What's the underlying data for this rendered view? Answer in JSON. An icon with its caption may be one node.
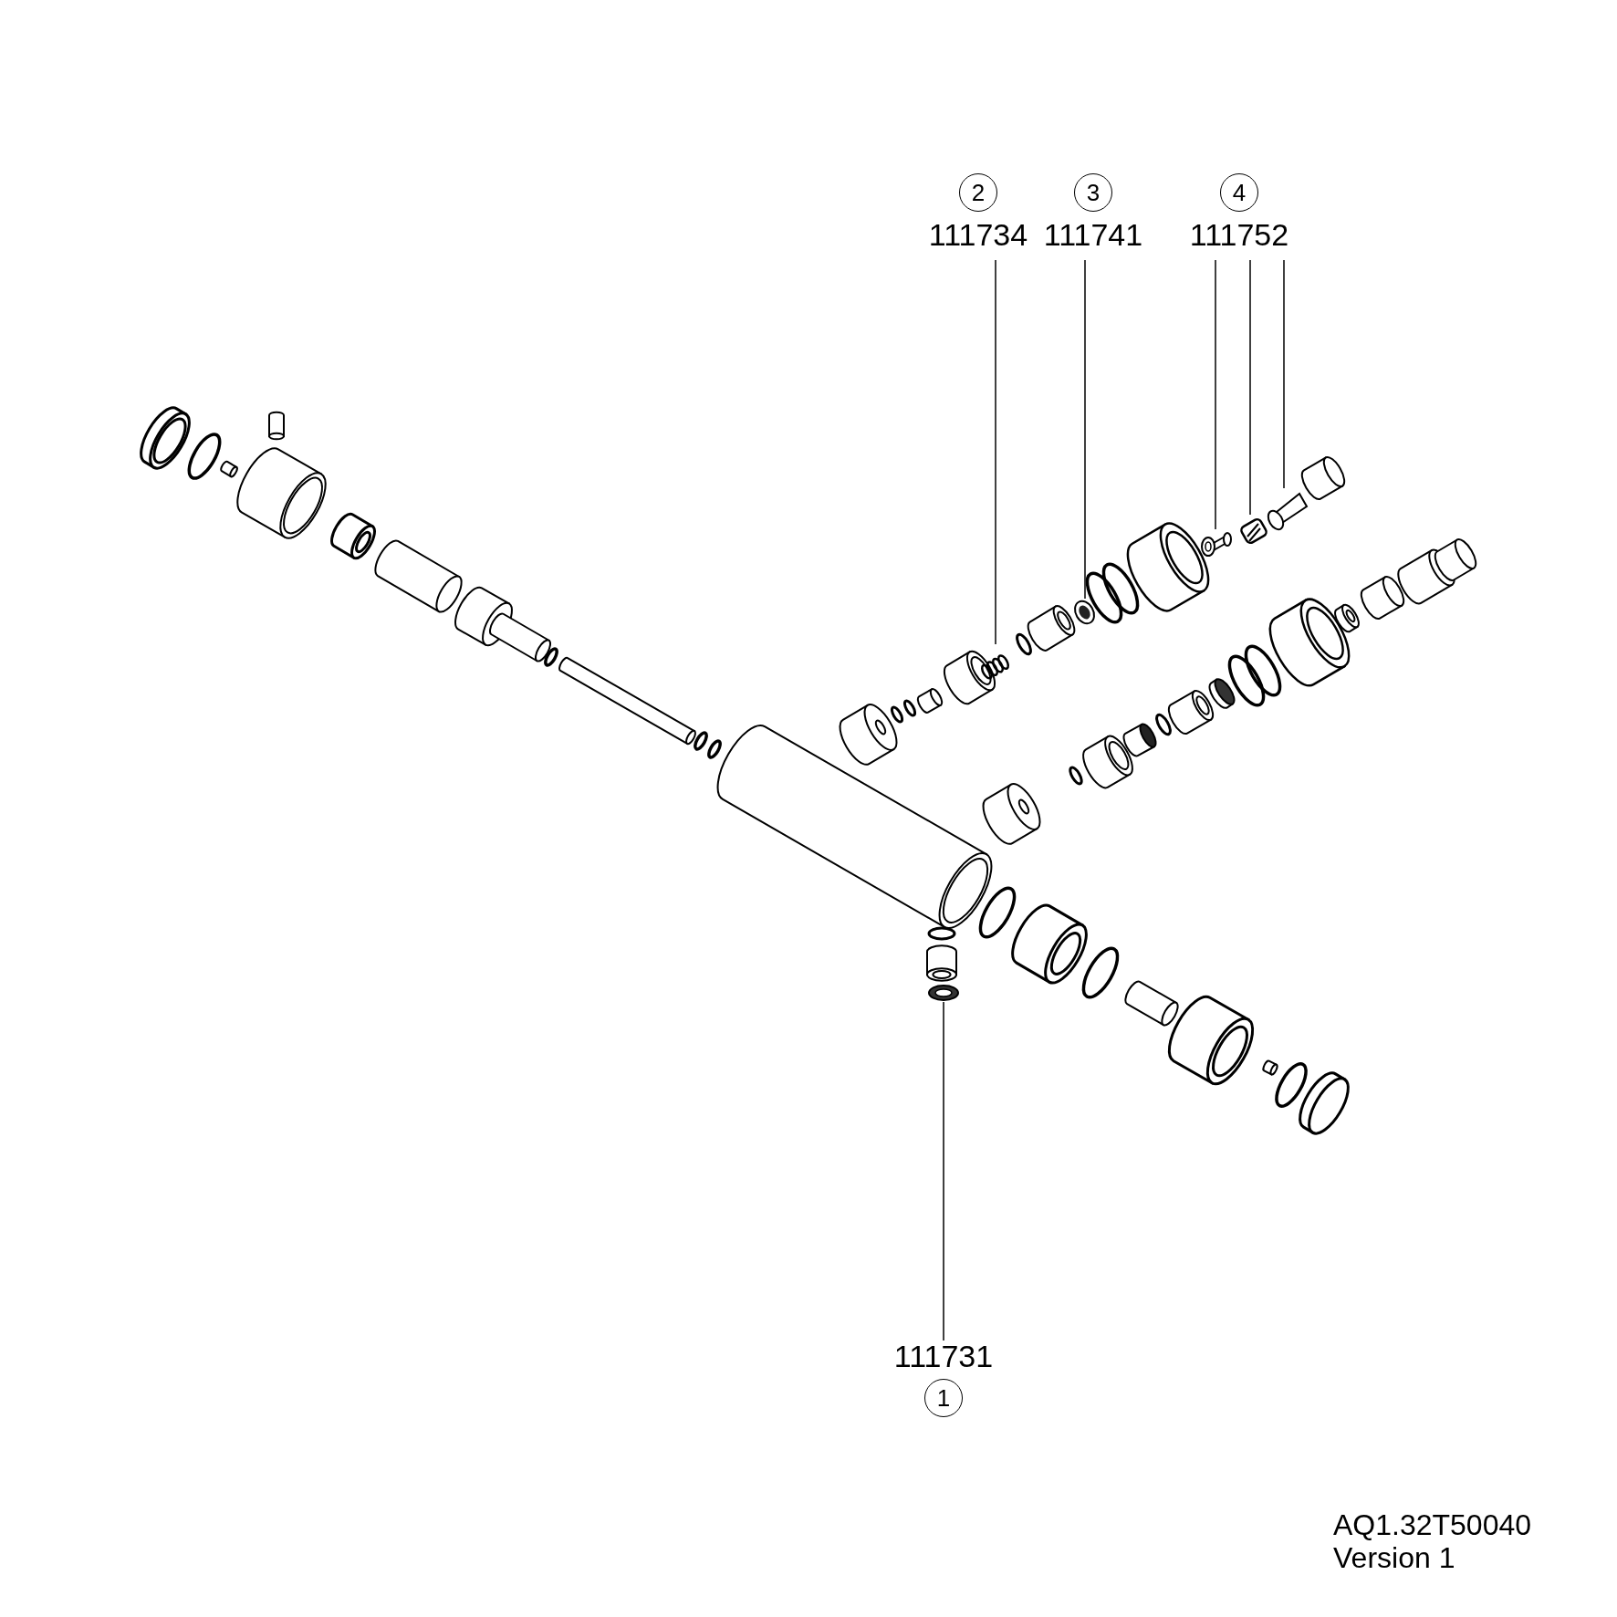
{
  "diagram": {
    "nodes": [
      {
        "text": [
          "2",
          "111734"
        ]
      },
      {
        "text": [
          "3",
          "111741"
        ]
      },
      {
        "text": [
          "4",
          "111752"
        ]
      },
      {
        "text": [
          "111731",
          "1"
        ]
      },
      {
        "text": [],
        "shape": "picture"
      },
      {
        "text": [],
        "shape": "picture"
      },
      {
        "text": [],
        "shape": "picture"
      },
      {
        "text": [],
        "shape": "picture"
      },
      {
        "text": [],
        "shape": "picture"
      },
      {
        "text": [],
        "shape": "picture"
      }
    ],
    "edges": [
      {
        "from": 0,
        "to": 4,
        "arrow": "none"
      },
      {
        "from": 1,
        "to": 5,
        "arrow": "none"
      },
      {
        "from": 2,
        "to": 6,
        "arrow": "none"
      },
      {
        "from": 2,
        "to": 7,
        "arrow": "none"
      },
      {
        "from": 2,
        "to": 8,
        "arrow": "none"
      },
      {
        "from": 3,
        "to": 9,
        "arrow": "none"
      }
    ],
    "labels": [
      "AQ1.32T50040",
      "Version 1"
    ]
  }
}
